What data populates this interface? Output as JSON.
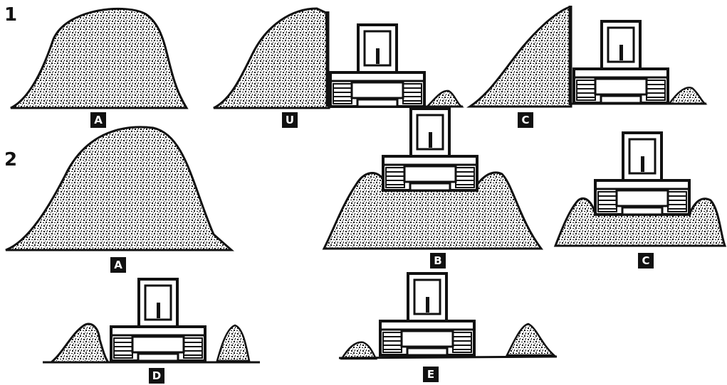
{
  "rows": [
    {
      "number": "1"
    },
    {
      "number": "2"
    }
  ],
  "row1": {
    "panel_a": {
      "label": "A"
    },
    "panel_b": {
      "label": "U"
    },
    "panel_c": {
      "label": "C"
    }
  },
  "row2": {
    "panel_a": {
      "label": "A"
    },
    "panel_b": {
      "label": "B"
    },
    "panel_c": {
      "label": "C"
    },
    "panel_d": {
      "label": "D"
    },
    "panel_e": {
      "label": "E"
    }
  },
  "colors": {
    "ink": "#111111",
    "background": "#ffffff"
  }
}
